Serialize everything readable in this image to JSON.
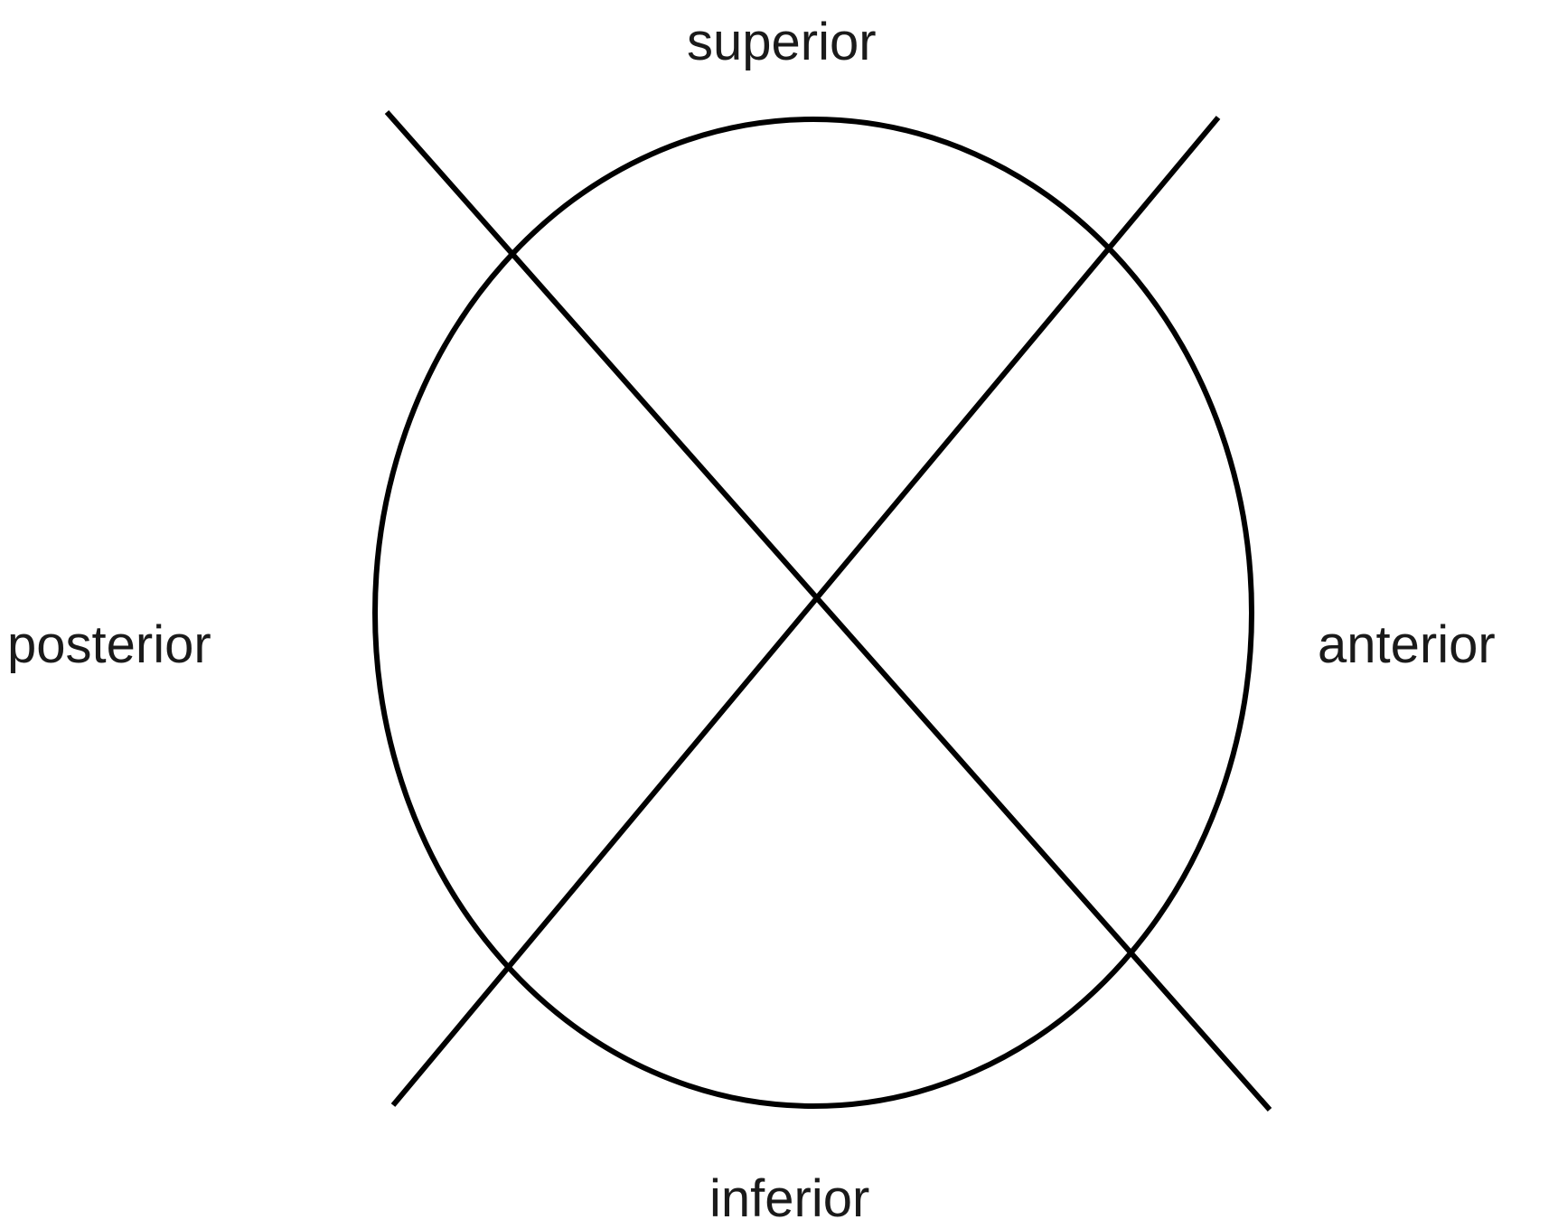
{
  "labels": {
    "superior": "superior",
    "inferior": "inferior",
    "posterior": "posterior",
    "anterior": "anterior"
  },
  "colors": {
    "stroke": "#000000",
    "text": "#1a1a1a",
    "background": "#ffffff"
  }
}
